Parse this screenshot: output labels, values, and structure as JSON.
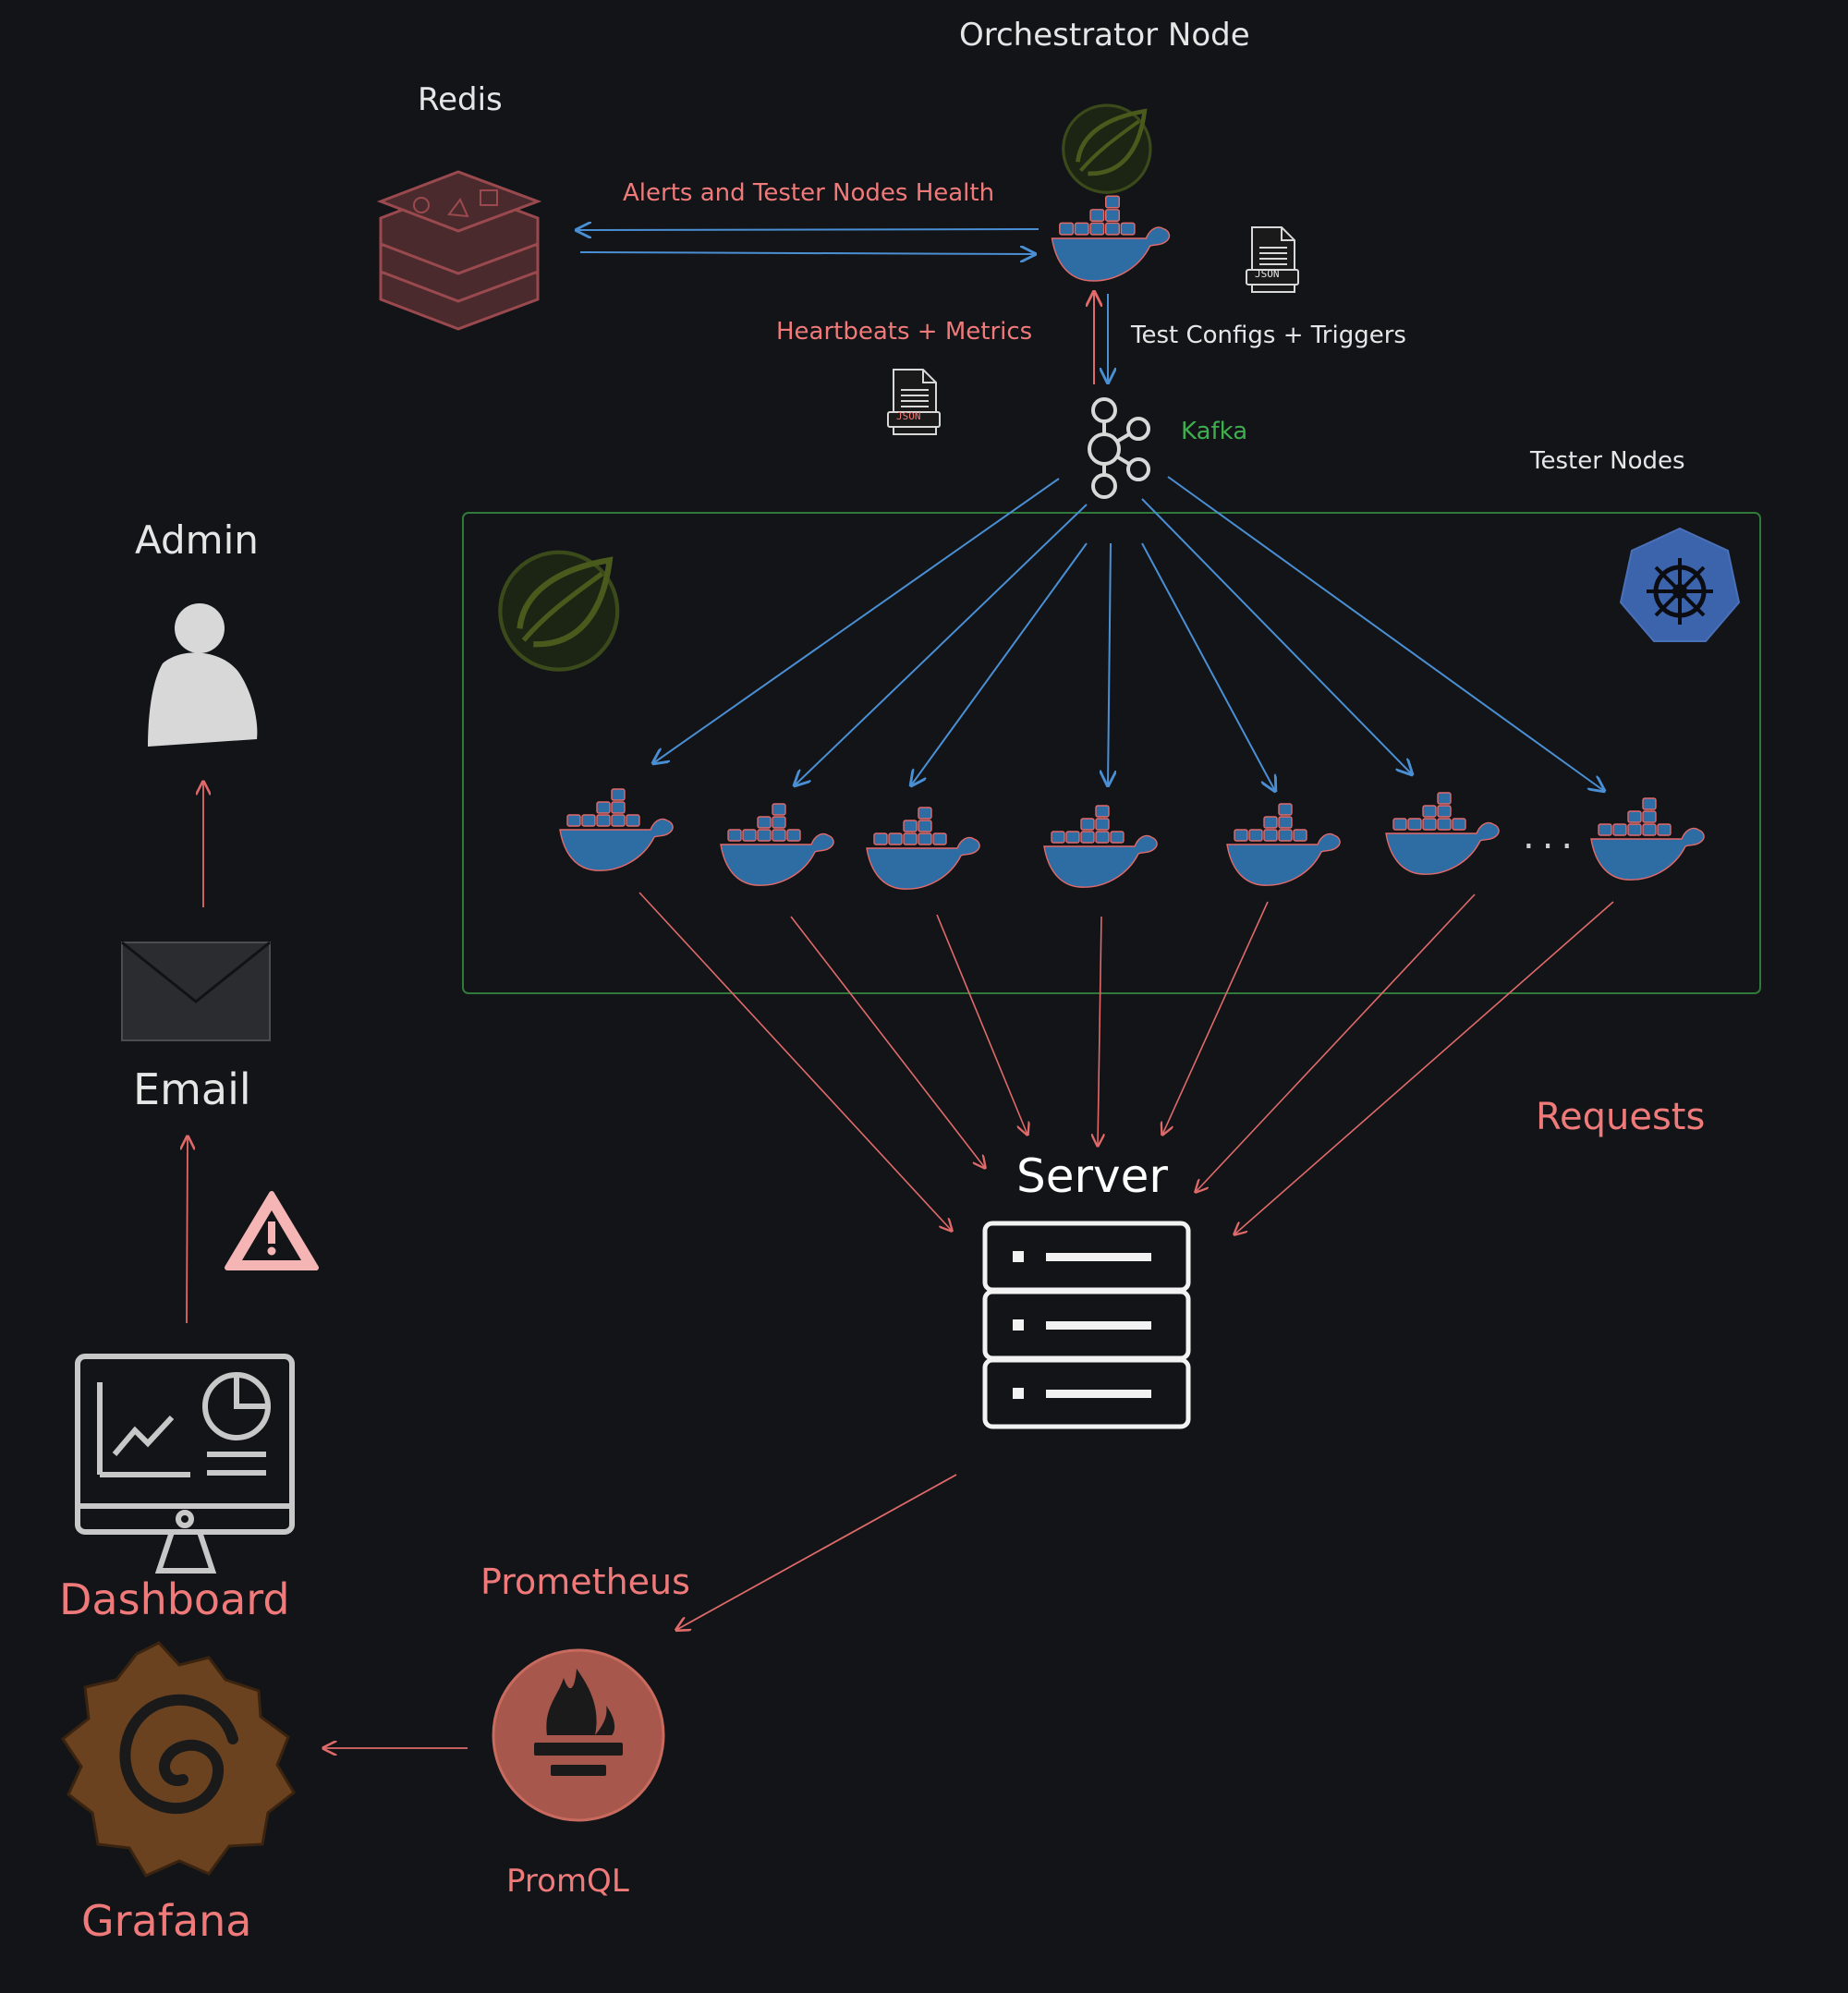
{
  "labels": {
    "orchestrator_node": "Orchestrator Node",
    "redis": "Redis",
    "alerts_health": "Alerts and Tester Nodes Health",
    "heartbeats_metrics": "Heartbeats + Metrics",
    "test_configs": "Test Configs + Triggers",
    "kafka": "Kafka",
    "tester_nodes": "Tester Nodes",
    "admin": "Admin",
    "email": "Email",
    "requests": "Requests",
    "server": "Server",
    "prometheus": "Prometheus",
    "dashboard": "Dashboard",
    "grafana": "Grafana",
    "promql": "PromQL",
    "ellipsis": "...",
    "json_1": "JSON",
    "json_2": "JSON"
  },
  "icons": {
    "spring": "spring-icon",
    "docker": "docker-icon",
    "kafka": "kafka-icon",
    "kubernetes": "kubernetes-icon",
    "redis": "redis-icon",
    "json_file": "json-file-icon",
    "admin": "admin-user-icon",
    "email": "email-envelope-icon",
    "warning": "warning-icon",
    "server": "server-icon",
    "dashboard": "dashboard-monitor-icon",
    "grafana": "grafana-icon",
    "prometheus": "prometheus-icon"
  },
  "colors": {
    "background": "#121418",
    "arrow_blue": "#4a8fd4",
    "arrow_red": "#e06a6a",
    "cluster_border": "#2f7a3a",
    "docker_blue": "#2e6da4",
    "label_red": "#f07a7a",
    "label_green": "#3fae4e"
  }
}
